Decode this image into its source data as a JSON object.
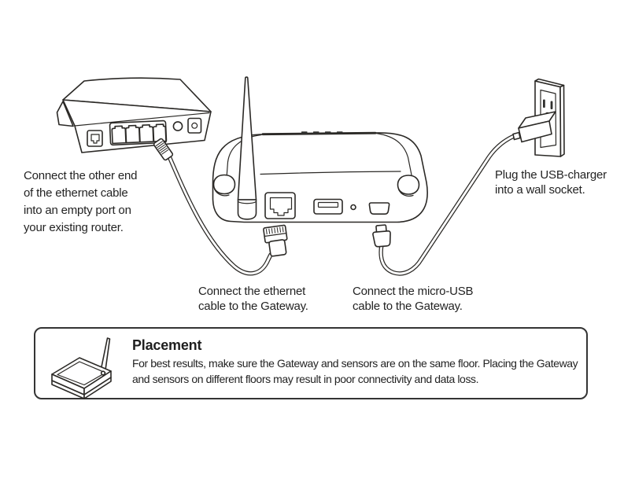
{
  "steps": {
    "router": "Connect the other end\nof the ethernet cable\ninto an empty port on\nyour existing router.",
    "ethernet": "Connect the ethernet\ncable to the Gateway.",
    "micro_usb": "Connect the micro-USB\ncable to the Gateway.",
    "power": "Plug the USB-charger\ninto a wall socket."
  },
  "placement": {
    "title": "Placement",
    "body": "For best results, make sure the Gateway and sensors are on the same floor. Placing the Gateway\nand sensors on different floors may result in poor connectivity and data loss."
  },
  "colors": {
    "background": "#ffffff",
    "line_art": "#2b2926",
    "text": "#232323",
    "note_border": "#343434",
    "led_dash": "#30302e"
  },
  "icons": {
    "router": "wifi-router-line-art",
    "gateway": "gateway-with-antenna-line-art",
    "ethernet_plug": "rj45-plug",
    "micro_usb_plug": "micro-usb-plug",
    "usb_charger": "usb-charger-block",
    "wall_socket": "wall-outlet",
    "note_thumbnail": "mini-gateway-with-antenna"
  }
}
